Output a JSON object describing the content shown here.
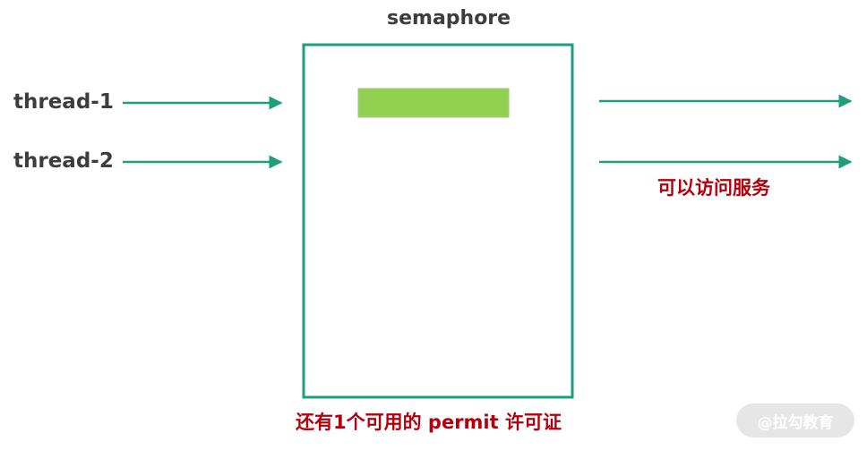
{
  "title": "semaphore",
  "threads": [
    {
      "label": "thread-1"
    },
    {
      "label": "thread-2"
    }
  ],
  "annotations": {
    "service_access": "可以访问服务",
    "permit_status": "还有1个可用的 permit 许可证"
  },
  "watermark": "@拉勾教育",
  "colors": {
    "box_border": "#1e9e7d",
    "arrow": "#1e9e7d",
    "permit": "#92d050",
    "text": "#3d3d3d",
    "annotation": "#b3000c",
    "watermark_bg": "#e6e6e6"
  }
}
